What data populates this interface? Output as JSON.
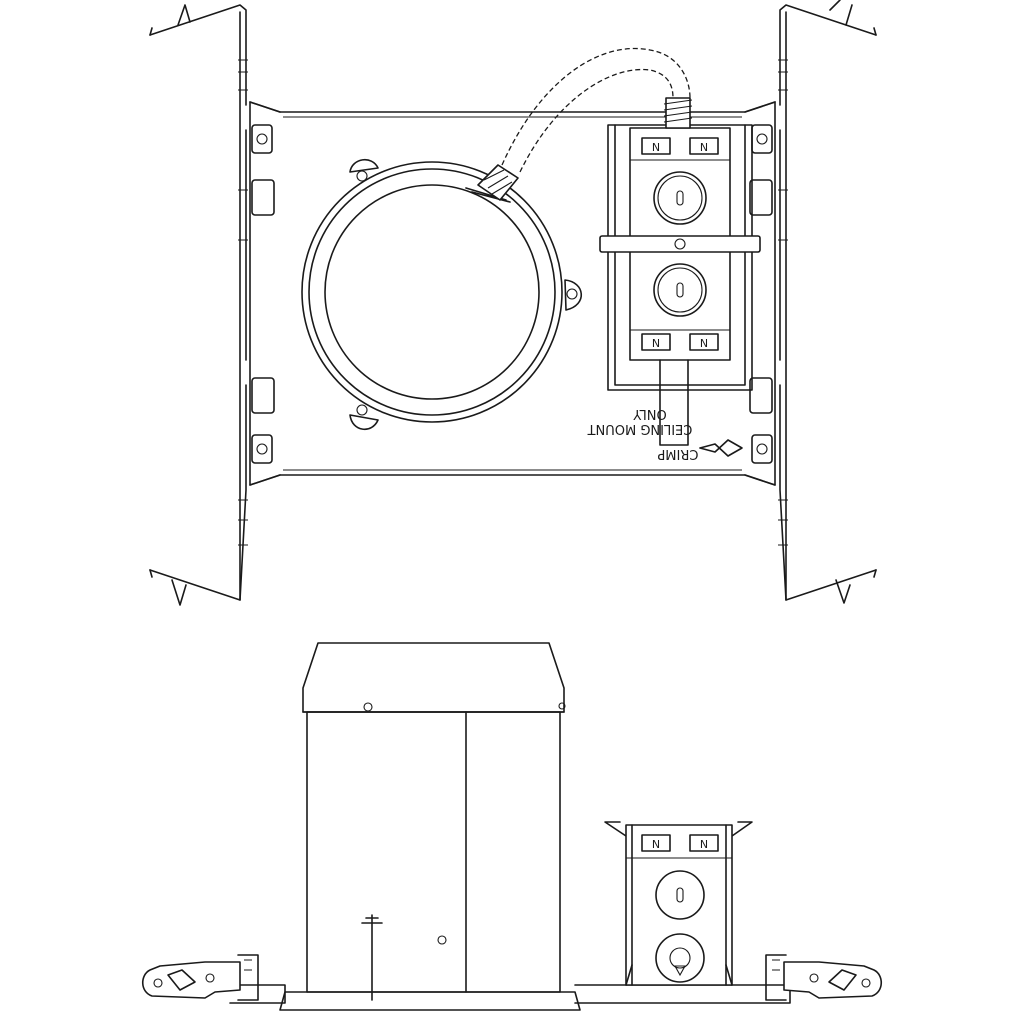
{
  "labels": {
    "ceiling_mount_line1": "ONLY",
    "ceiling_mount_line2": "CEILING MOUNT",
    "crimp": "CRIMP"
  },
  "terminal_marks": [
    "N",
    "N",
    "N",
    "N",
    "N",
    "N"
  ],
  "colors": {
    "line": "#1a1a1a",
    "background": "#ffffff"
  }
}
